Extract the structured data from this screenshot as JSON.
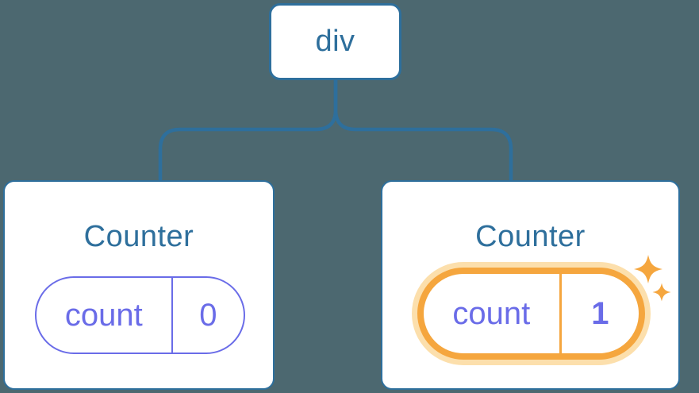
{
  "tree": {
    "root": {
      "label": "div"
    },
    "children": [
      {
        "title": "Counter",
        "state": {
          "key": "count",
          "value": "0"
        },
        "highlighted": false
      },
      {
        "title": "Counter",
        "state": {
          "key": "count",
          "value": "1"
        },
        "highlighted": true
      }
    ]
  },
  "icons": {
    "sparkle": "sparkle-icon"
  },
  "colors": {
    "bg": "#4C6870",
    "blue": "#2E6F9C",
    "purple": "#6A6CE8",
    "orange": "#F5A63E",
    "orange-halo": "#FCDFAC",
    "card-bg": "#FFFFFF"
  }
}
